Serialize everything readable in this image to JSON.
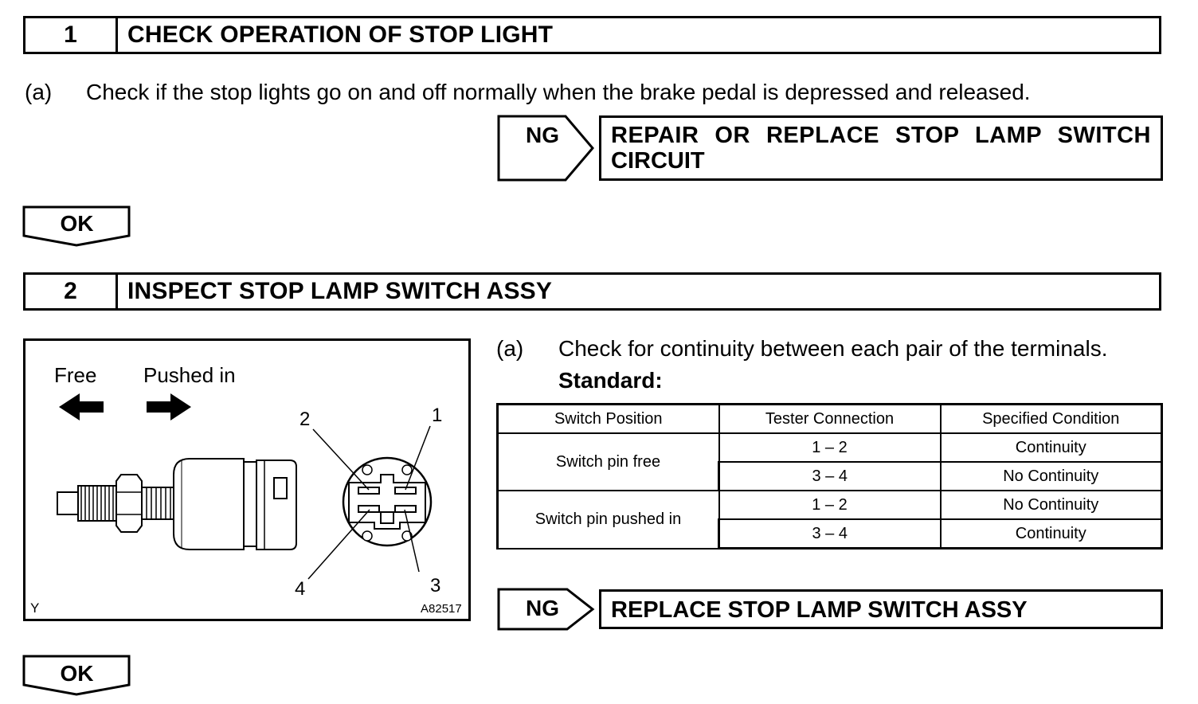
{
  "step1": {
    "number": "1",
    "title": "CHECK OPERATION OF STOP LIGHT",
    "instruction_label": "(a)",
    "instruction_text": "Check if the stop lights go on and off normally when the brake pedal is depressed and released.",
    "ng_label": "NG",
    "ng_action_line1": "REPAIR OR REPLACE STOP LAMP SWITCH",
    "ng_action_line2": "CIRCUIT",
    "ok_label": "OK"
  },
  "step2": {
    "number": "2",
    "title": "INSPECT STOP LAMP SWITCH ASSY",
    "instruction_label": "(a)",
    "instruction_text": "Check for continuity between each pair of the terminals.",
    "standard_label": "Standard:",
    "figure": {
      "label_free": "Free",
      "label_pushed": "Pushed in",
      "terminal_1": "1",
      "terminal_2": "2",
      "terminal_3": "3",
      "terminal_4": "4",
      "corner_code": "Y",
      "figure_id": "A82517"
    },
    "table": {
      "headers": [
        "Switch Position",
        "Tester Connection",
        "Specified Condition"
      ],
      "groups": [
        {
          "position": "Switch pin free",
          "rows": [
            {
              "connection": "1 – 2",
              "condition": "Continuity"
            },
            {
              "connection": "3 – 4",
              "condition": "No Continuity"
            }
          ]
        },
        {
          "position": "Switch pin pushed in",
          "rows": [
            {
              "connection": "1 – 2",
              "condition": "No Continuity"
            },
            {
              "connection": "3 – 4",
              "condition": "Continuity"
            }
          ]
        }
      ]
    },
    "ng_label": "NG",
    "ng_action": "REPLACE STOP LAMP SWITCH ASSY",
    "ok_label": "OK"
  }
}
